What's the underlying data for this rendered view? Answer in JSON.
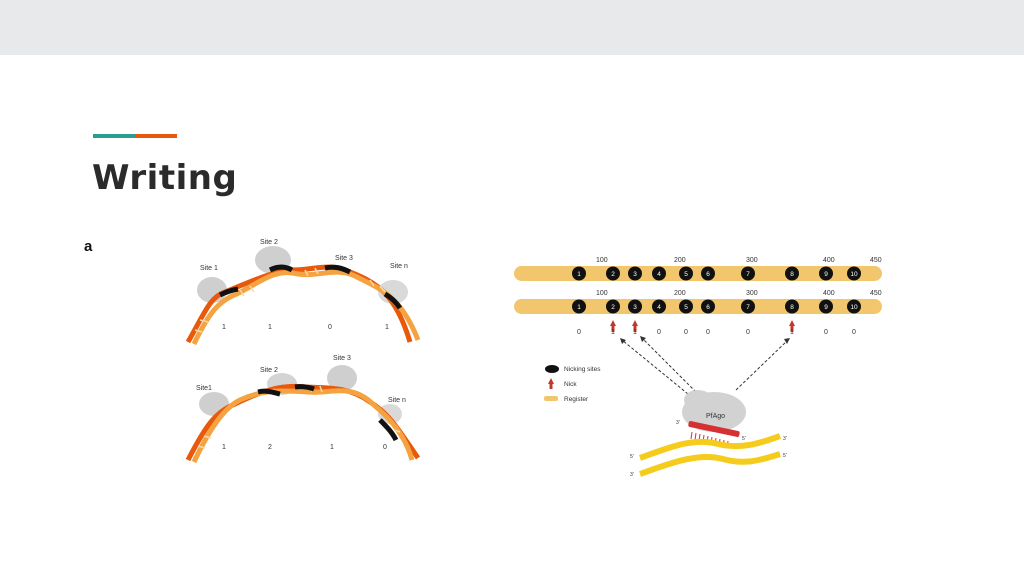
{
  "slide": {
    "title": "Writing",
    "panel_label": "a"
  },
  "colors": {
    "accent_teal": "#2a9d8f",
    "accent_orange": "#e8590c",
    "register": "#f2c66d",
    "nick": "#c0392b",
    "nicking_site": "#111111"
  },
  "dna_top": {
    "site_labels": [
      "Site 1",
      "Site 2",
      "Site 3",
      "Site n"
    ],
    "values": [
      "1",
      "1",
      "0",
      "1"
    ]
  },
  "dna_bottom": {
    "site_labels": [
      "Site1",
      "Site 2",
      "Site 3",
      "Site n"
    ],
    "values": [
      "1",
      "2",
      "1",
      "0"
    ]
  },
  "register_top": {
    "scale": [
      "100",
      "200",
      "300",
      "400",
      "450"
    ],
    "sites": [
      "1",
      "2",
      "3",
      "4",
      "5",
      "6",
      "7",
      "8",
      "9",
      "10"
    ]
  },
  "register_bottom": {
    "scale": [
      "100",
      "200",
      "300",
      "400",
      "450"
    ],
    "sites": [
      "1",
      "2",
      "3",
      "4",
      "5",
      "6",
      "7",
      "8",
      "9",
      "10"
    ],
    "bits": [
      "0",
      "1",
      "1",
      "0",
      "0",
      "0",
      "0",
      "1",
      "0",
      "0"
    ]
  },
  "legend": {
    "nicking_sites": "Nicking sites",
    "nick": "Nick",
    "register": "Register"
  },
  "enzyme": {
    "label": "PfAgo",
    "end_labels": [
      "3'",
      "5'",
      "5'",
      "3'",
      "5'",
      "3'"
    ]
  }
}
